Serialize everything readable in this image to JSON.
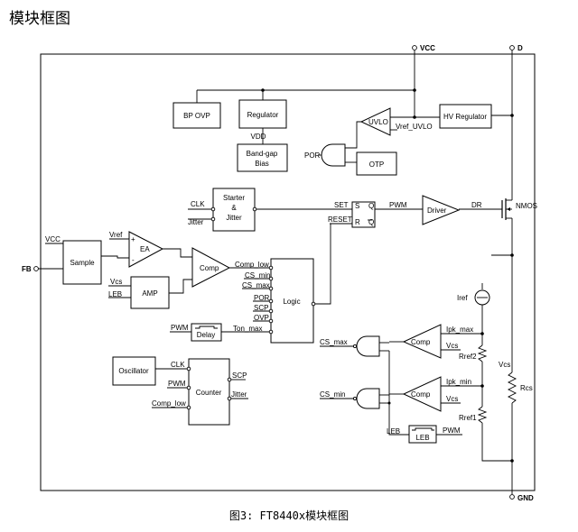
{
  "title": "模块框图",
  "caption": "图3: FT8440x模块框图",
  "pins": {
    "vcc": "VCC",
    "d": "D",
    "gnd": "GND",
    "fb": "FB"
  },
  "blocks": {
    "bp_ovp": "BP OVP",
    "regulator": "Regulator",
    "vdd": "VDD",
    "bandgap_1": "Band-gap",
    "bandgap_2": "Bias",
    "uvlo": "UVLO",
    "vref_uvlo": "Vref_UVLO",
    "hv_regulator": "HV Regulator",
    "por": "POR",
    "otp": "OTP",
    "starter_1": "Starter",
    "starter_2": "&",
    "starter_3": "Jitter",
    "clk": "CLK",
    "jitter": "Jitter",
    "set": "SET",
    "reset": "RESET",
    "pwm": "PWM",
    "driver": "Driver",
    "dr": "DR",
    "nmos": "NMOS",
    "sample": "Sample",
    "vcc_in": "VCC",
    "ea": "EA",
    "vref": "Vref",
    "comp": "Comp",
    "amp": "AMP",
    "vcs": "Vcs",
    "leb": "LEB",
    "logic": "Logic",
    "comp_low": "Comp_low",
    "cs_min": "CS_min",
    "cs_max": "CS_max",
    "por_in": "POR",
    "scp": "SCP",
    "ovp": "OVP",
    "ton_max": "Ton_max",
    "delay": "Delay",
    "pwm_delay": "PWM",
    "iref": "Iref",
    "ipk_max": "Ipk_max",
    "ipk_min": "Ipk_min",
    "rref2": "Rref2",
    "rref1": "Rref1",
    "rcs": "Rcs",
    "vcs_right": "Vcs",
    "oscillator": "Oscillator",
    "counter": "Counter",
    "counter_clk": "CLK",
    "counter_pwm": "PWM",
    "counter_comp_low": "Comp_low",
    "counter_scp": "SCP",
    "counter_jitter": "Jitter",
    "plus": "+",
    "minus": "-"
  }
}
